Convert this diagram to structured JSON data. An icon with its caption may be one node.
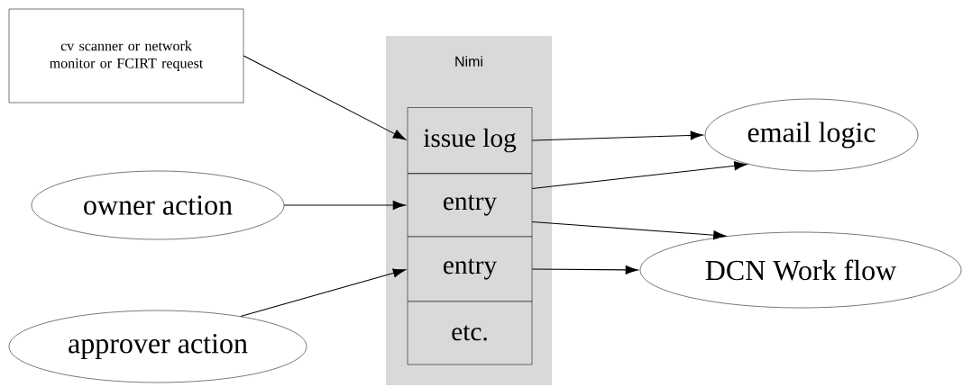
{
  "diagram": {
    "nodes": [
      {
        "text": [
          "Nimi"
        ]
      },
      {
        "text": [
          "issue log"
        ],
        "in": 0
      },
      {
        "text": [
          "entry"
        ],
        "in": 0
      },
      {
        "text": [
          "entry"
        ],
        "in": 0
      },
      {
        "text": [
          "etc."
        ],
        "in": 0
      },
      {
        "text": [
          "cv scanner or network monitor or FCIRT request"
        ]
      },
      {
        "text": [
          "owner action"
        ]
      },
      {
        "text": [
          "approver action"
        ]
      },
      {
        "text": [
          "email logic"
        ]
      },
      {
        "text": [
          "DCN Work flow"
        ]
      }
    ],
    "edges": [
      {
        "from": 5,
        "to": 1,
        "arrow": "to"
      },
      {
        "from": 6,
        "to": 2,
        "arrow": "to"
      },
      {
        "from": 7,
        "to": 3,
        "arrow": "to"
      },
      {
        "from": 1,
        "to": 8,
        "arrow": "to"
      },
      {
        "from": 2,
        "to": 8,
        "arrow": "to"
      },
      {
        "from": 2,
        "to": 9,
        "arrow": "to"
      },
      {
        "from": 3,
        "to": 9,
        "arrow": "to"
      }
    ]
  }
}
